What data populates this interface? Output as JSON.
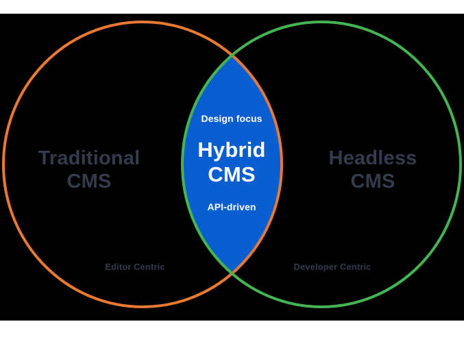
{
  "diagram": {
    "type": "venn",
    "background_color": "#000000",
    "left_set": {
      "title_line1": "Traditional",
      "title_line2": "CMS",
      "subtitle": "Editor Centric",
      "stroke_color": "#EA7A31",
      "label_color": "#333B4D"
    },
    "right_set": {
      "title_line1": "Headless",
      "title_line2": "CMS",
      "subtitle": "Developer Centric",
      "stroke_color": "#45B554",
      "label_color": "#333B4D"
    },
    "intersection": {
      "top_label": "Design focus",
      "title_line1": "Hybrid",
      "title_line2": "CMS",
      "bottom_label": "API-driven",
      "fill_color": "#0B5ECF",
      "label_color": "#FFFFFF"
    }
  },
  "chart_data": {
    "type": "venn",
    "title": "",
    "sets": [
      {
        "name": "Traditional CMS",
        "label": "Traditional CMS",
        "annotation": "Editor Centric",
        "color": "#EA7A31",
        "position": "left"
      },
      {
        "name": "Headless CMS",
        "label": "Headless CMS",
        "annotation": "Developer Centric",
        "color": "#45B554",
        "position": "right"
      }
    ],
    "intersections": [
      {
        "sets": [
          "Traditional CMS",
          "Headless CMS"
        ],
        "label": "Hybrid CMS",
        "annotations": [
          "Design focus",
          "API-driven"
        ],
        "fill": "#0B5ECF"
      }
    ],
    "legend": "none",
    "grid": false
  }
}
